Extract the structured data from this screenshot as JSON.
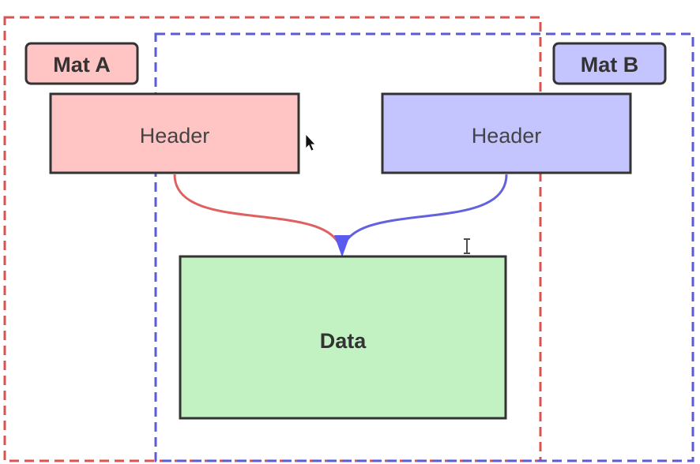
{
  "diagram": {
    "mat_a": {
      "label": "Mat A",
      "header_label": "Header",
      "border_color": "#d9534f",
      "fill_color": "#ffc4c4",
      "connector_color": "#e06060"
    },
    "mat_b": {
      "label": "Mat B",
      "header_label": "Header",
      "border_color": "#5b5bd6",
      "fill_color": "#c4c4ff",
      "connector_color": "#6262e0"
    },
    "data_block": {
      "label": "Data",
      "fill_color": "#c2f2c2"
    },
    "stroke_color": "#333333",
    "text_color": "#444444"
  },
  "cursors": {
    "pointer": "arrow-cursor",
    "text": "text-cursor"
  }
}
